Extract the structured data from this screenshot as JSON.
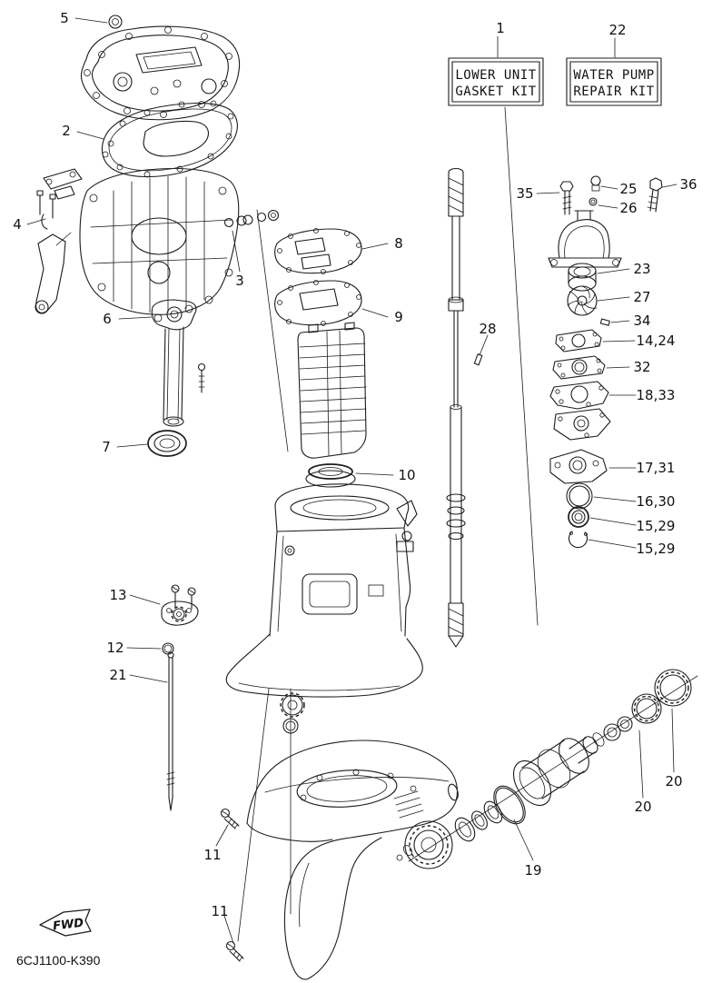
{
  "diagram": {
    "title_code": "6CJ1100-K390",
    "fwd_flag": "FWD"
  },
  "kit_boxes": {
    "gasket_kit": {
      "callout": "1",
      "line1": "LOWER UNIT",
      "line2": "GASKET KIT"
    },
    "water_pump_kit": {
      "callout": "22",
      "line1": "WATER PUMP",
      "line2": "REPAIR KIT"
    }
  },
  "callouts": {
    "c1": "1",
    "c2": "2",
    "c3": "3",
    "c4": "4",
    "c5": "5",
    "c6": "6",
    "c7": "7",
    "c8": "8",
    "c9": "9",
    "c10": "10",
    "c11a": "11",
    "c11b": "11",
    "c12": "12",
    "c13": "13",
    "c14_24": "14,24",
    "c15_29a": "15,29",
    "c15_29b": "15,29",
    "c16_30": "16,30",
    "c17_31": "17,31",
    "c18_33": "18,33",
    "c19": "19",
    "c20a": "20",
    "c20b": "20",
    "c21": "21",
    "c22": "22",
    "c23": "23",
    "c25": "25",
    "c26": "26",
    "c27": "27",
    "c28": "28",
    "c32": "32",
    "c34": "34",
    "c35": "35",
    "c36": "36"
  }
}
